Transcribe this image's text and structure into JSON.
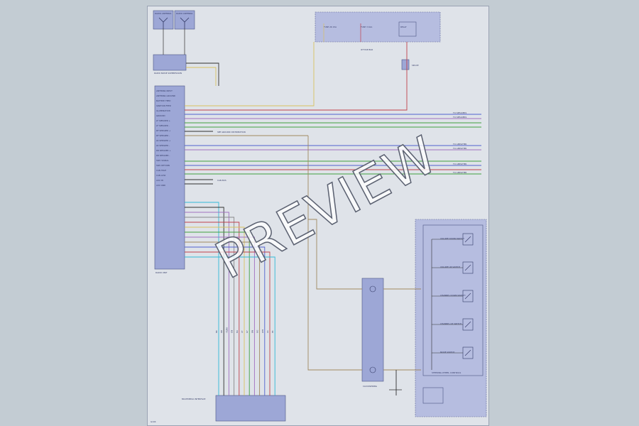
{
  "colors": {
    "page_bg": "#c3ccd3",
    "sheet_bg": "#dfe3e9",
    "component_fill": "#9da7d6",
    "wire_red": "#c0404a",
    "wire_blue": "#5060d0",
    "wire_green": "#40a040",
    "wire_yellow": "#d8c060",
    "wire_black": "#303030",
    "wire_tan": "#a08860",
    "wire_violet": "#a070c0",
    "wire_cyan": "#30b8d8",
    "wire_gray": "#8a8a8a"
  },
  "watermark": "PREVIEW",
  "components": {
    "antennas": {
      "left": "RADIO ANTENNA",
      "right": "RADIO ANTENNA"
    },
    "fuse_box": {
      "fuse_a": "FUSE 26 15A",
      "fuse_b": "FUSE 3 10A",
      "label": "IP FUSE BOX"
    },
    "relay": "RELAY",
    "splice": "SPLICE",
    "radio_unit": "RADIO UNIT",
    "clockspring": "CLOCKSPRING",
    "steering_controls": "STEERING WHEEL CONTROLS",
    "switches": [
      "VOLUME DOWN SWITCH",
      "VOLUME UP SWITCH",
      "CHANNEL DOWN SWITCH",
      "CHANNEL UP SWITCH",
      "MODE SWITCH"
    ],
    "bottom_connector": "MULTIMEDIA INTERFACE",
    "ground": "G104"
  },
  "radio_pins": [
    "ANTENNA INPUT",
    "ANTENNA GROUND",
    "BATTERY FEED",
    "IGNITION FEED",
    "ILLUMINATION",
    "GROUND",
    "LF SPEAKER +",
    "LF SPEAKER -",
    "RF SPEAKER +",
    "RF SPEAKER -",
    "LR SPEAKER +",
    "LR SPEAKER -",
    "RR SPEAKER +",
    "RR SPEAKER -",
    "SWC SIGNAL",
    "SWC RETURN",
    "CAN HIGH",
    "CAN LOW",
    "AUX IN",
    "AUX GND"
  ],
  "wire_labels": [
    "BK",
    "RD",
    "YE/BK",
    "GN",
    "BU",
    "VT",
    "GY",
    "BN",
    "OG",
    "WH",
    "LG",
    "PK"
  ],
  "right_labels": [
    "TO SPEAKERS",
    "TO SPEAKERS",
    "TO AMPLIFIER",
    "TO AMPLIFIER",
    "TO AMPLIFIER",
    "TO AMPLIFIER"
  ],
  "callouts": [
    "RADIO NOISE SUPPRESSION",
    "SEE GROUND DISTRIBUTION",
    "CAN BUS"
  ]
}
